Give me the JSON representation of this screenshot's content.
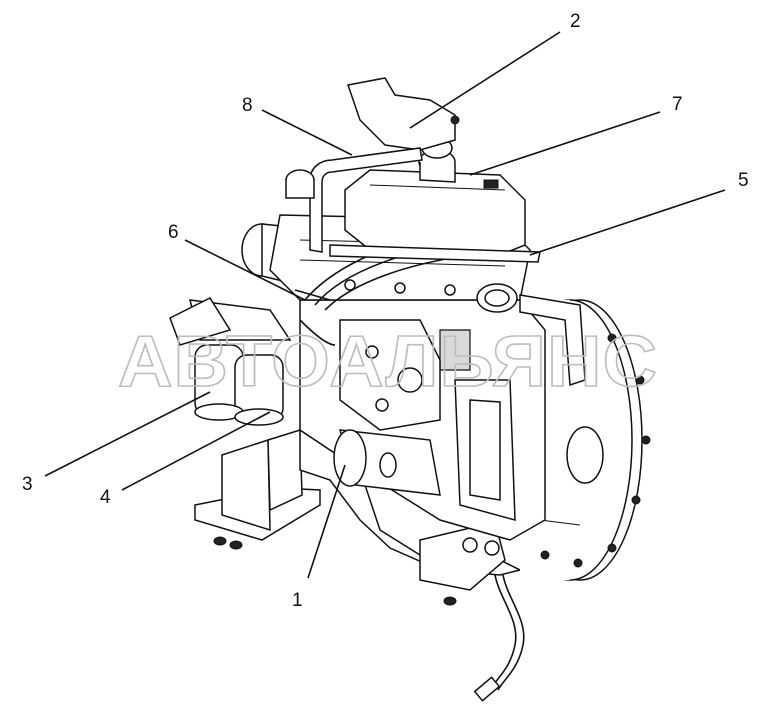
{
  "diagram": {
    "watermark": "АВТОАЛЬЯНС",
    "callouts": [
      {
        "id": "1",
        "label": "1"
      },
      {
        "id": "2",
        "label": "2"
      },
      {
        "id": "3",
        "label": "3"
      },
      {
        "id": "4",
        "label": "4"
      },
      {
        "id": "5",
        "label": "5"
      },
      {
        "id": "6",
        "label": "6"
      },
      {
        "id": "7",
        "label": "7"
      },
      {
        "id": "8",
        "label": "8"
      }
    ]
  }
}
